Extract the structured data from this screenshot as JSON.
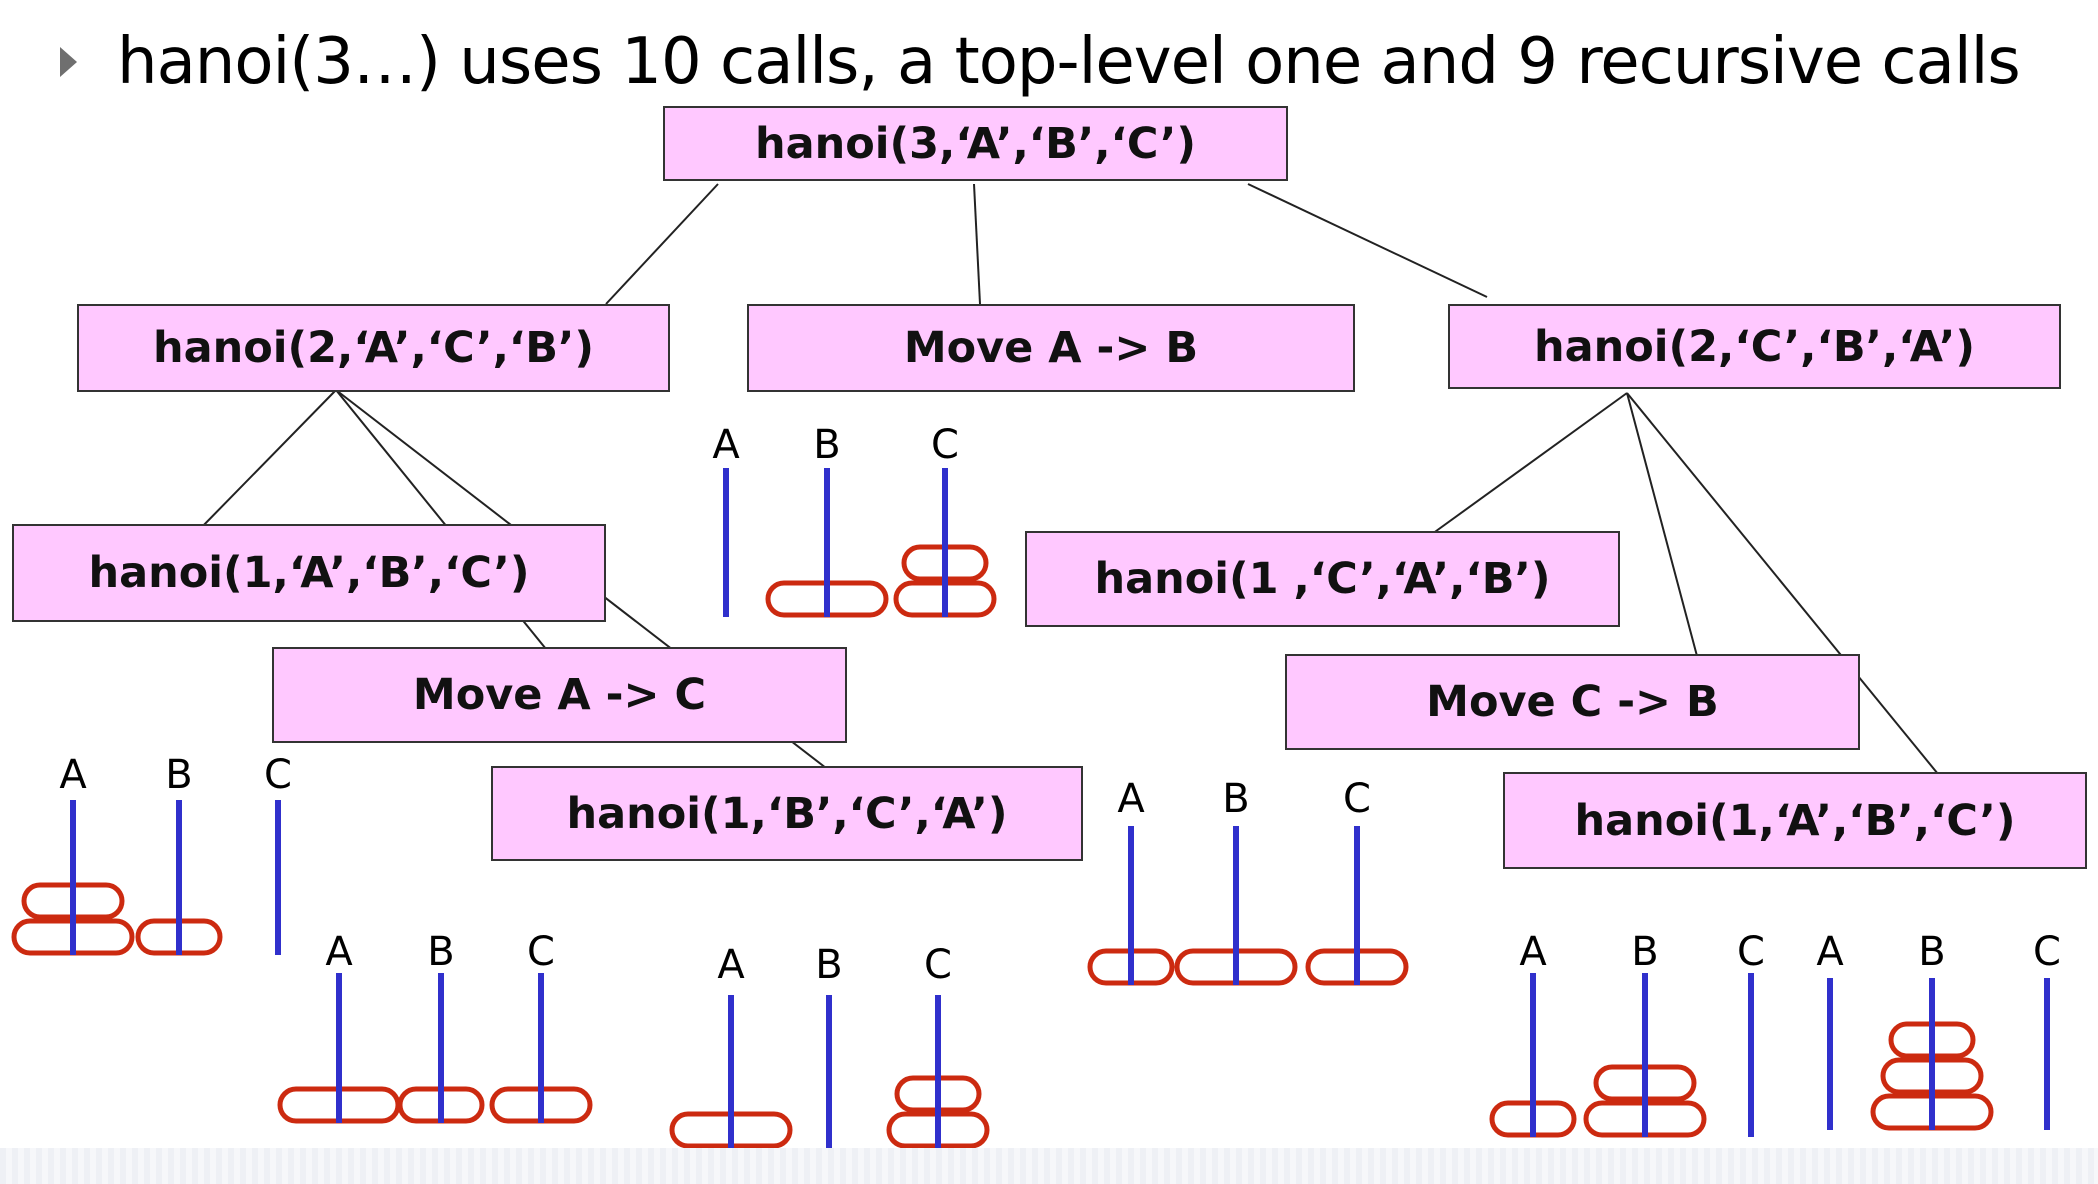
{
  "slide": {
    "bullet": "hanoi(3…) uses 10 calls, a top-level one and 9 recursive calls"
  },
  "colors": {
    "box_fill": "#ffc8ff",
    "box_border": "#333333",
    "peg": "#3030cc",
    "disk": "#cc2a10",
    "edge": "#222222"
  },
  "tree": {
    "nodes": [
      {
        "id": "root",
        "label": "hanoi(3,‘A’,‘B’,‘C’)"
      },
      {
        "id": "left2",
        "label": "hanoi(2,‘A’,‘C’,‘B’)"
      },
      {
        "id": "move-ab",
        "label": "Move A -> B"
      },
      {
        "id": "right2",
        "label": "hanoi(2,‘C’,‘B’,‘A’)"
      },
      {
        "id": "l1a",
        "label": "hanoi(1,‘A’,‘B’,‘C’)"
      },
      {
        "id": "move-ac",
        "label": "Move A -> C"
      },
      {
        "id": "l1b",
        "label": "hanoi(1,‘B’,‘C’,‘A’)"
      },
      {
        "id": "r1a",
        "label": "hanoi(1 ,‘C’,‘A’,‘B’)"
      },
      {
        "id": "move-cb",
        "label": "Move C -> B"
      },
      {
        "id": "r1b",
        "label": "hanoi(1,‘A’,‘B’,‘C’)"
      }
    ],
    "edges": [
      [
        "root",
        "left2"
      ],
      [
        "root",
        "move-ab"
      ],
      [
        "root",
        "right2"
      ],
      [
        "left2",
        "l1a"
      ],
      [
        "left2",
        "move-ac"
      ],
      [
        "left2",
        "l1b"
      ],
      [
        "right2",
        "r1a"
      ],
      [
        "right2",
        "move-cb"
      ],
      [
        "right2",
        "r1b"
      ]
    ]
  },
  "peg_labels": [
    "A",
    "B",
    "C"
  ],
  "states": [
    {
      "id": "state-after-move-ab",
      "pegs": [
        [],
        [
          3
        ],
        [
          2,
          1
        ]
      ]
    },
    {
      "id": "state-1",
      "pegs": [
        [
          3,
          2
        ],
        [
          1
        ],
        []
      ]
    },
    {
      "id": "state-2",
      "pegs": [
        [
          3
        ],
        [
          1
        ],
        [
          2
        ]
      ]
    },
    {
      "id": "state-3",
      "pegs": [
        [
          3
        ],
        [],
        [
          2,
          1
        ]
      ]
    },
    {
      "id": "state-4",
      "pegs": [
        [
          1
        ],
        [
          3
        ],
        [
          2
        ]
      ]
    },
    {
      "id": "state-5",
      "pegs": [
        [
          1
        ],
        [
          3,
          2
        ],
        []
      ]
    },
    {
      "id": "state-6",
      "pegs": [
        [],
        [
          3,
          2,
          1
        ],
        []
      ]
    }
  ]
}
